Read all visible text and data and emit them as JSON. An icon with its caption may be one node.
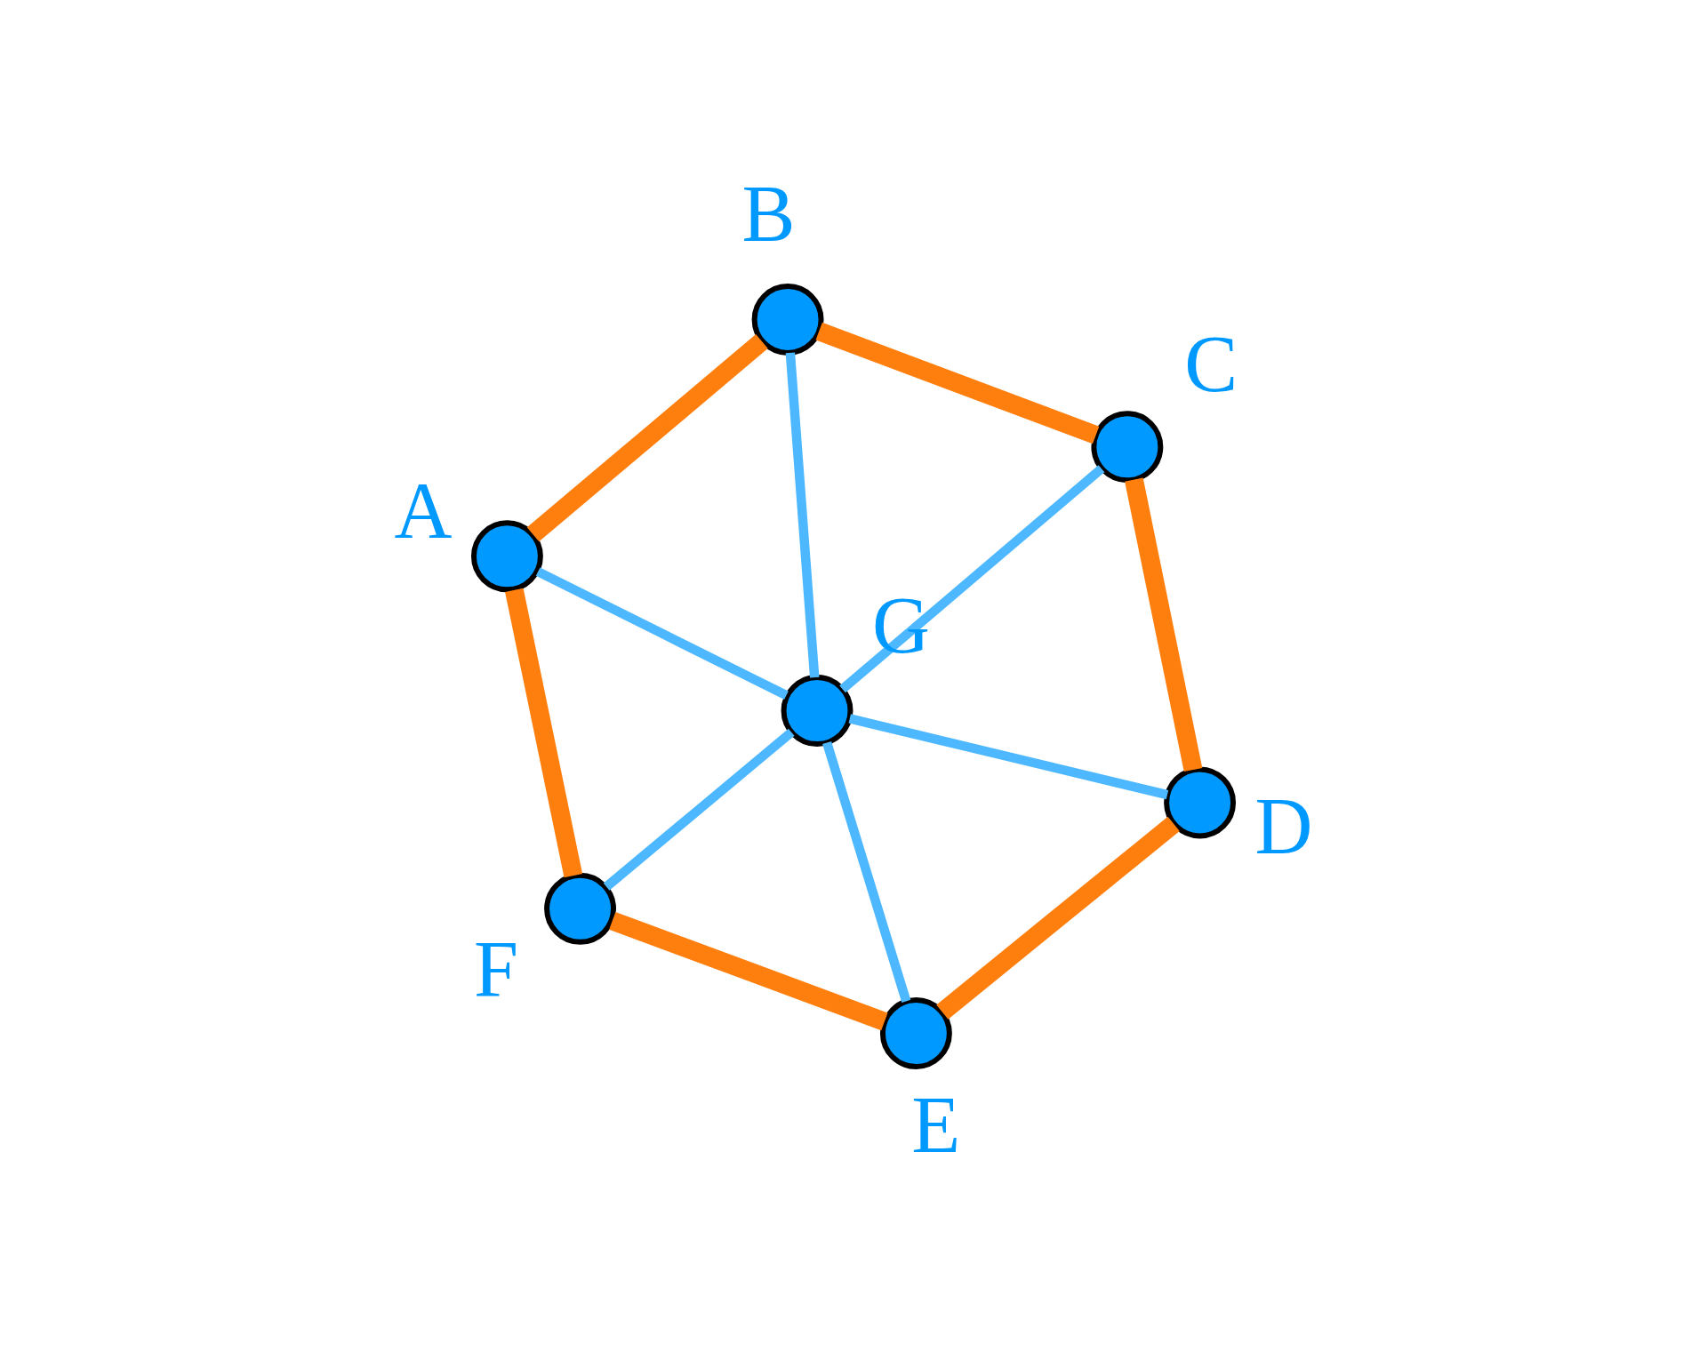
{
  "diagram": {
    "nodes": [
      {
        "text": [],
        "shape": "circle",
        "beside": [
          "A"
        ]
      },
      {
        "text": [],
        "shape": "circle",
        "beside": [
          "B"
        ]
      },
      {
        "text": [],
        "shape": "circle",
        "beside": [
          "C"
        ]
      },
      {
        "text": [],
        "shape": "circle",
        "beside": [
          "D"
        ]
      },
      {
        "text": [],
        "shape": "circle",
        "beside": [
          "E"
        ]
      },
      {
        "text": [],
        "shape": "circle",
        "beside": [
          "F"
        ]
      },
      {
        "text": [],
        "shape": "circle",
        "beside": [
          "G"
        ]
      }
    ],
    "edges": [
      {
        "from": 0,
        "to": 5,
        "arrow": "none",
        "style": "thick",
        "color": "#ff7f0e"
      },
      {
        "from": 5,
        "to": 4,
        "arrow": "none",
        "style": "thick",
        "color": "#ff7f0e"
      },
      {
        "from": 4,
        "to": 3,
        "arrow": "none",
        "style": "thick",
        "color": "#ff7f0e"
      },
      {
        "from": 3,
        "to": 2,
        "arrow": "none",
        "style": "thick",
        "color": "#ff7f0e"
      },
      {
        "from": 2,
        "to": 1,
        "arrow": "none",
        "style": "thick",
        "color": "#ff7f0e"
      },
      {
        "from": 1,
        "to": 0,
        "arrow": "none",
        "style": "thick",
        "color": "#ff7f0e"
      },
      {
        "from": 0,
        "to": 6,
        "arrow": "none",
        "color": "#4db8ff"
      },
      {
        "from": 6,
        "to": 3,
        "arrow": "none",
        "color": "#4db8ff"
      },
      {
        "from": 5,
        "to": 6,
        "arrow": "none",
        "color": "#4db8ff"
      },
      {
        "from": 6,
        "to": 2,
        "arrow": "none",
        "color": "#4db8ff"
      },
      {
        "from": 4,
        "to": 6,
        "arrow": "none",
        "color": "#4db8ff"
      },
      {
        "from": 6,
        "to": 1,
        "arrow": "none",
        "color": "#4db8ff"
      }
    ]
  }
}
